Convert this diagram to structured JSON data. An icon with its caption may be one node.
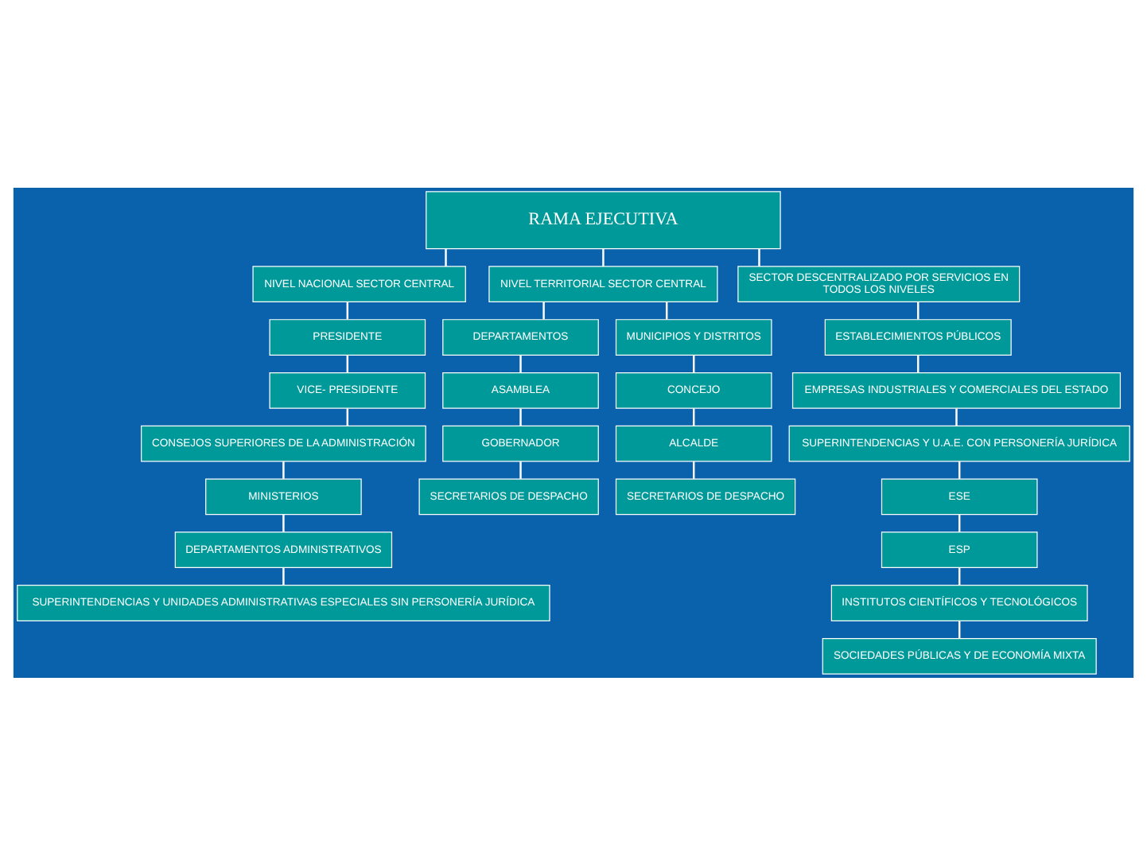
{
  "diagram": {
    "nodes": [
      {
        "text": [
          "RAMA EJECUTIVA"
        ]
      },
      {
        "text": [
          "NIVEL NACIONAL SECTOR CENTRAL"
        ]
      },
      {
        "text": [
          "NIVEL TERRITORIAL SECTOR CENTRAL"
        ]
      },
      {
        "text": [
          "SECTOR DESCENTRALIZADO POR SERVICIOS EN",
          "TODOS LOS NIVELES"
        ]
      },
      {
        "text": [
          "PRESIDENTE"
        ]
      },
      {
        "text": [
          "VICE- PRESIDENTE"
        ]
      },
      {
        "text": [
          "CONSEJOS SUPERIORES DE LA ADMINISTRACIÓN"
        ]
      },
      {
        "text": [
          "MINISTERIOS"
        ]
      },
      {
        "text": [
          "DEPARTAMENTOS ADMINISTRATIVOS"
        ]
      },
      {
        "text": [
          "SUPERINTENDENCIAS Y UNIDADES ADMINISTRATIVAS ESPECIALES SIN PERSONERÍA JURÍDICA"
        ]
      },
      {
        "text": [
          "DEPARTAMENTOS"
        ]
      },
      {
        "text": [
          "ASAMBLEA"
        ]
      },
      {
        "text": [
          "GOBERNADOR"
        ]
      },
      {
        "text": [
          "SECRETARIOS DE DESPACHO"
        ]
      },
      {
        "text": [
          "MUNICIPIOS Y DISTRITOS"
        ]
      },
      {
        "text": [
          "CONCEJO"
        ]
      },
      {
        "text": [
          "ALCALDE"
        ]
      },
      {
        "text": [
          "SECRETARIOS DE DESPACHO"
        ]
      },
      {
        "text": [
          "ESTABLECIMIENTOS PÚBLICOS"
        ]
      },
      {
        "text": [
          "EMPRESAS INDUSTRIALES Y COMERCIALES DEL ESTADO"
        ]
      },
      {
        "text": [
          "SUPERINTENDENCIAS Y U.A.E. CON PERSONERÍA JURÍDICA"
        ]
      },
      {
        "text": [
          "ESE"
        ]
      },
      {
        "text": [
          "ESP"
        ]
      },
      {
        "text": [
          "INSTITUTOS CIENTÍFICOS Y TECNOLÓGICOS"
        ]
      },
      {
        "text": [
          "SOCIEDADES PÚBLICAS Y DE ECONOMÍA MIXTA"
        ]
      }
    ],
    "edges": [
      {
        "from": 0,
        "to": 1,
        "arrow": "none"
      },
      {
        "from": 0,
        "to": 2,
        "arrow": "none"
      },
      {
        "from": 0,
        "to": 3,
        "arrow": "none"
      },
      {
        "from": 1,
        "to": 4,
        "arrow": "none"
      },
      {
        "from": 4,
        "to": 5,
        "arrow": "none"
      },
      {
        "from": 5,
        "to": 6,
        "arrow": "none"
      },
      {
        "from": 6,
        "to": 7,
        "arrow": "none"
      },
      {
        "from": 7,
        "to": 8,
        "arrow": "none"
      },
      {
        "from": 8,
        "to": 9,
        "arrow": "none"
      },
      {
        "from": 2,
        "to": 10,
        "arrow": "none"
      },
      {
        "from": 2,
        "to": 14,
        "arrow": "none"
      },
      {
        "from": 10,
        "to": 11,
        "arrow": "none"
      },
      {
        "from": 11,
        "to": 12,
        "arrow": "none"
      },
      {
        "from": 12,
        "to": 13,
        "arrow": "none"
      },
      {
        "from": 14,
        "to": 15,
        "arrow": "none"
      },
      {
        "from": 15,
        "to": 16,
        "arrow": "none"
      },
      {
        "from": 16,
        "to": 17,
        "arrow": "none"
      },
      {
        "from": 3,
        "to": 18,
        "arrow": "none"
      },
      {
        "from": 18,
        "to": 19,
        "arrow": "none"
      },
      {
        "from": 19,
        "to": 20,
        "arrow": "none"
      },
      {
        "from": 20,
        "to": 21,
        "arrow": "none"
      },
      {
        "from": 21,
        "to": 22,
        "arrow": "none"
      },
      {
        "from": 22,
        "to": 23,
        "arrow": "none"
      },
      {
        "from": 23,
        "to": 24,
        "arrow": "none"
      }
    ]
  }
}
